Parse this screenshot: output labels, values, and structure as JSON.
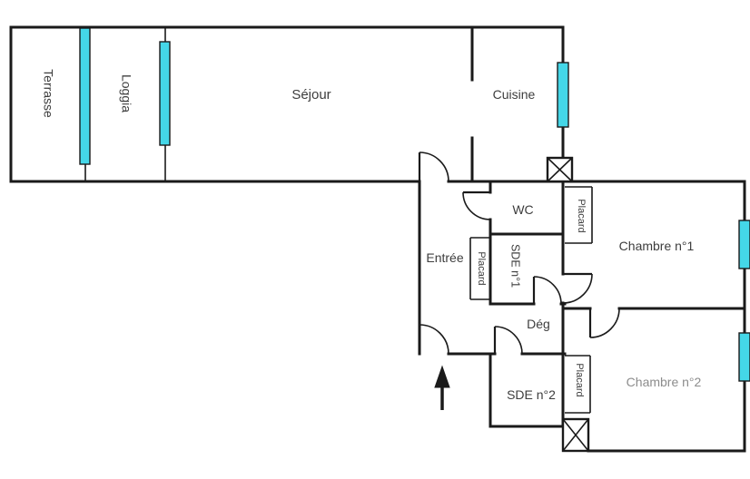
{
  "plan": {
    "rooms": {
      "terrasse": "Terrasse",
      "loggia": "Loggia",
      "sejour": "Séjour",
      "cuisine": "Cuisine",
      "wc": "WC",
      "entree": "Entrée",
      "sde1": "SDE n°1",
      "chambre1": "Chambre n°1",
      "deg": "Dég",
      "sde2": "SDE n°2",
      "chambre2": "Chambre n°2"
    },
    "closets": {
      "entree": "Placard",
      "chambre1": "Placard",
      "chambre2": "Placard"
    },
    "symbols": {
      "north_arrow": "up-arrow",
      "window_count": "5",
      "shaft_count": "2",
      "door_count": "7"
    },
    "colors": {
      "wall": "#1a1a1a",
      "window": "#44d7e8",
      "label": "#3d3d3d",
      "label_muted": "#8c8c8c",
      "background": "#ffffff"
    }
  }
}
